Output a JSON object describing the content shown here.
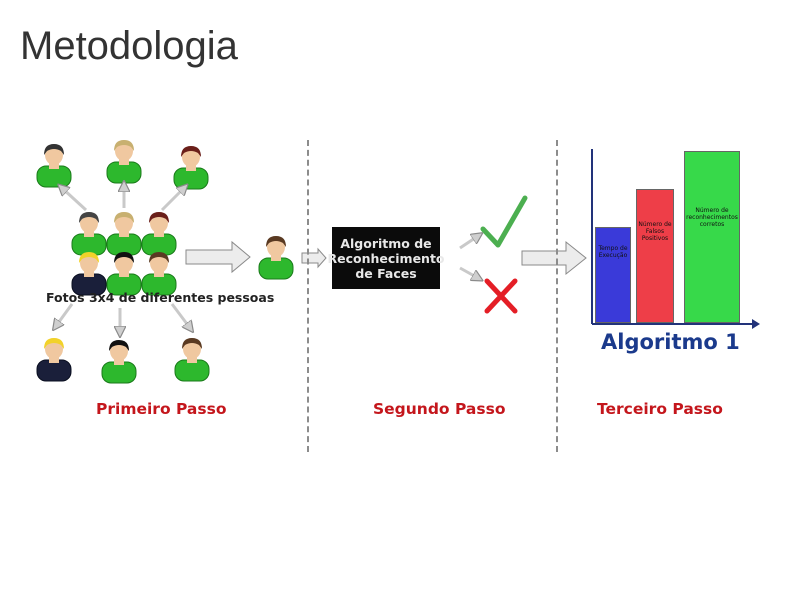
{
  "slide": {
    "title": "Metodologia"
  },
  "step1": {
    "caption": "Fotos 3x4 de diferentes pessoas",
    "label": "Primeiro Passo"
  },
  "step2": {
    "box_text": "Algoritmo de Reconhecimento de Faces",
    "label": "Segundo Passo"
  },
  "step3": {
    "label": "Terceiro Passo"
  },
  "colors": {
    "person_body": "#2db82d",
    "step_label": "#c4161c",
    "chart_title": "#1b3a8c",
    "bar_blue": "#3a3ad9",
    "bar_red": "#ee3e48",
    "bar_green": "#37d94a",
    "check": "#4caf50",
    "cross": "#e41e26"
  },
  "chart_data": {
    "type": "bar",
    "title": "Algoritmo 1",
    "categories": [
      "Tempo de Execução",
      "Número de Falsos Positivos",
      "Número de reconhecimentos corretos"
    ],
    "values": [
      0.56,
      0.78,
      1.0
    ],
    "xlabel": "",
    "ylabel": "",
    "grid": false,
    "legend": "none"
  }
}
